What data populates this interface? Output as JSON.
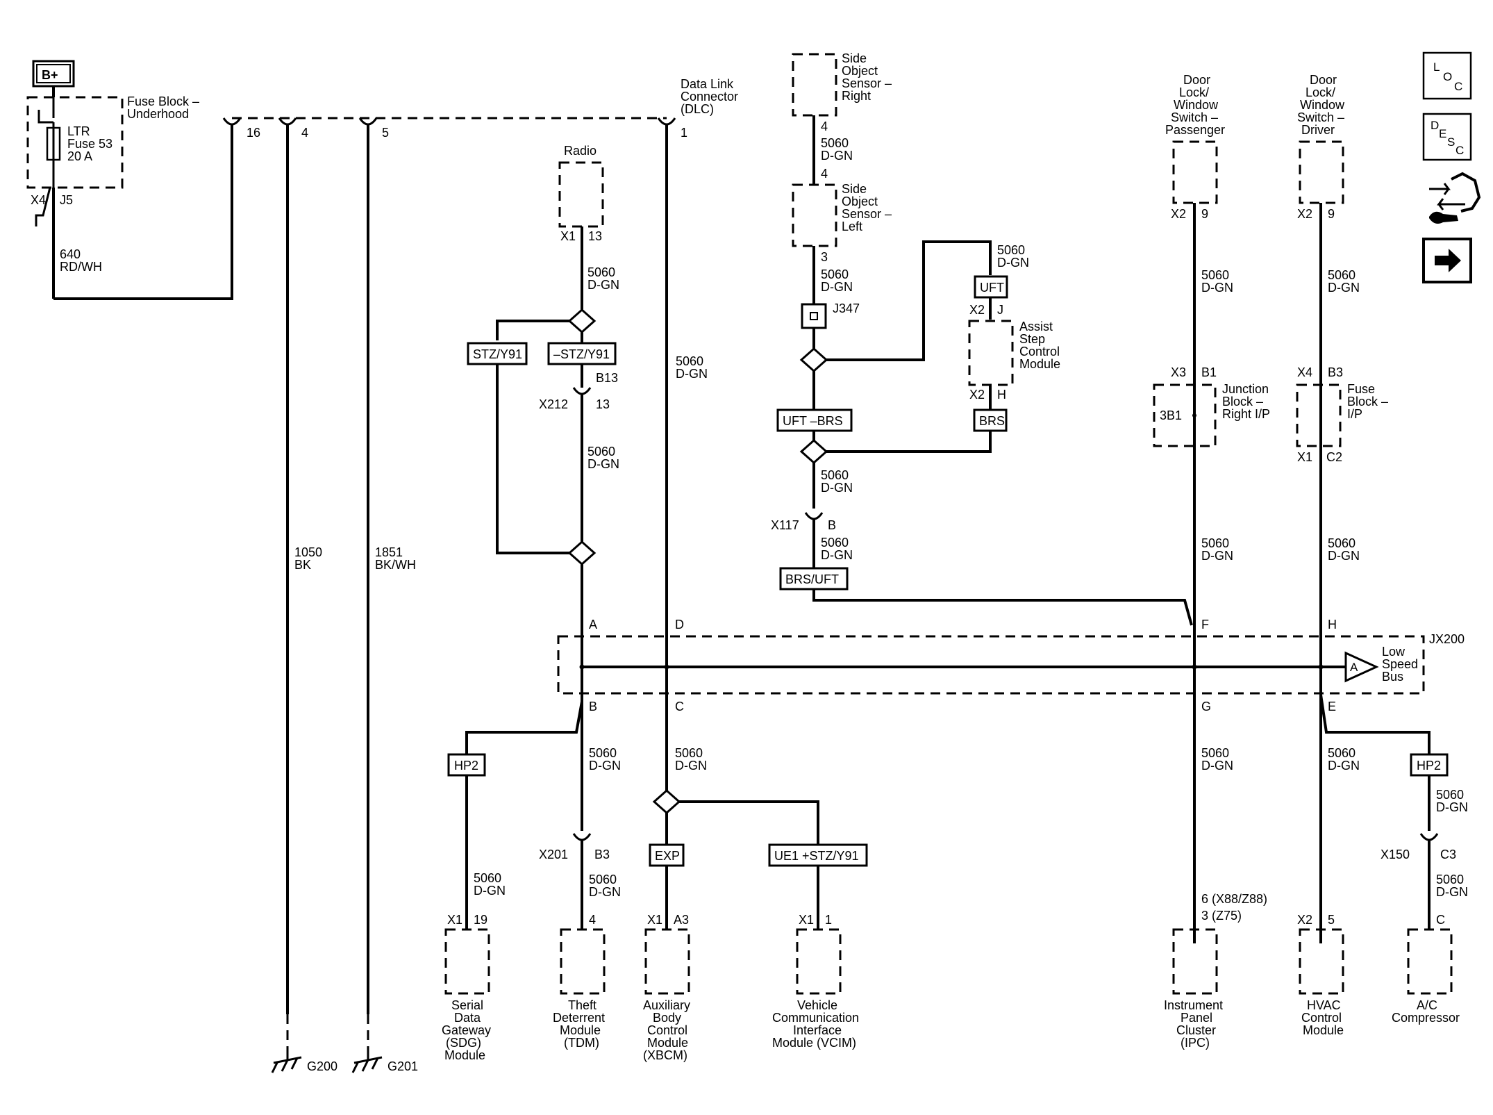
{
  "power": {
    "bplus": "B+"
  },
  "fuse_block_underhood": {
    "title": [
      "Fuse Block –",
      "Underhood"
    ],
    "fuse": [
      "LTR",
      "Fuse 53",
      "20 A"
    ],
    "connector_x4": "X4",
    "pin_j5": "J5",
    "wire": [
      "640",
      "RD/WH"
    ]
  },
  "dlc": {
    "title": [
      "Data Link",
      "Connector",
      "(DLC)"
    ],
    "pins": {
      "p16": "16",
      "p4": "4",
      "p5": "5",
      "p1": "1"
    }
  },
  "grounds": {
    "g200": {
      "wire": [
        "1050",
        "BK"
      ],
      "label": "G200"
    },
    "g201": {
      "wire": [
        "1851",
        "BK/WH"
      ],
      "label": "G201"
    }
  },
  "radio": {
    "title": "Radio",
    "connector": "X1",
    "pin": "13",
    "wire1": [
      "5060",
      "D-GN"
    ],
    "option_left": "STZ/Y91",
    "option_right": "–STZ/Y91",
    "conn_pin": "B13",
    "conn_name": "X212",
    "conn_pin2": "13",
    "wire2": [
      "5060",
      "D-GN"
    ]
  },
  "dlc_wire": [
    "5060",
    "D-GN"
  ],
  "side_sensor_right": {
    "title": [
      "Side",
      "Object",
      "Sensor –",
      "Right"
    ],
    "pin": "4",
    "wire": [
      "5060",
      "D-GN"
    ]
  },
  "side_sensor_left": {
    "title": [
      "Side",
      "Object",
      "Sensor –",
      "Left"
    ],
    "pin_top": "4",
    "pin_bottom": "3",
    "wire": [
      "5060",
      "D-GN"
    ]
  },
  "splice_j347": "J347",
  "assist_step": {
    "title": [
      "Assist",
      "Step",
      "Control",
      "Module"
    ],
    "wire": [
      "5060",
      "D-GN"
    ],
    "uft": "UFT",
    "x2_top": "X2",
    "pin_j": "J",
    "x2_bottom": "X2",
    "pin_h": "H",
    "brs": "BRS"
  },
  "sensor_chain": {
    "uft_brs": "UFT –BRS",
    "wire_a": [
      "5060",
      "D-GN"
    ],
    "x117": "X117",
    "pin_b": "B",
    "wire_b": [
      "5060",
      "D-GN"
    ],
    "brs_uft": "BRS/UFT"
  },
  "door_passenger": {
    "title": [
      "Door",
      "Lock/",
      "Window",
      "Switch –",
      "Passenger"
    ],
    "x2": "X2",
    "pin9": "9",
    "wire1": [
      "5060",
      "D-GN"
    ],
    "x3": "X3",
    "pin_b1": "B1",
    "junction_inner": "3B1",
    "junction_title": [
      "Junction",
      "Block –",
      "Right I/P"
    ],
    "wire2": [
      "5060",
      "D-GN"
    ]
  },
  "door_driver": {
    "title": [
      "Door",
      "Lock/",
      "Window",
      "Switch –",
      "Driver"
    ],
    "x2": "X2",
    "pin9": "9",
    "wire1": [
      "5060",
      "D-GN"
    ],
    "x4": "X4",
    "pin_b3": "B3",
    "fuse_title": [
      "Fuse",
      "Block –",
      "I/P"
    ],
    "x1": "X1",
    "pin_c2": "C2",
    "wire2": [
      "5060",
      "D-GN"
    ]
  },
  "jx200": {
    "name": "JX200",
    "pins_top": {
      "a": "A",
      "d": "D",
      "f": "F",
      "h": "H"
    },
    "pins_bottom": {
      "b": "B",
      "c": "C",
      "g": "G",
      "e": "E"
    },
    "bus_marker": "A",
    "bus_label": [
      "Low",
      "Speed",
      "Bus"
    ]
  },
  "sdg": {
    "hp2": "HP2",
    "wire": [
      "5060",
      "D-GN"
    ],
    "connector": "X1",
    "pin": "19",
    "title": [
      "Serial",
      "Data",
      "Gateway",
      "(SDG)",
      "Module"
    ]
  },
  "tdm": {
    "wire1": [
      "5060",
      "D-GN"
    ],
    "x201": "X201",
    "pin_b3": "B3",
    "wire2": [
      "5060",
      "D-GN"
    ],
    "pin": "4",
    "title": [
      "Theft",
      "Deterrent",
      "Module",
      "(TDM)"
    ]
  },
  "xbcm": {
    "wire": [
      "5060",
      "D-GN"
    ],
    "exp": "EXP",
    "connector": "X1",
    "pin": "A3",
    "title": [
      "Auxiliary",
      "Body",
      "Control",
      "Module",
      "(XBCM)"
    ]
  },
  "vcim": {
    "option": "UE1 +STZ/Y91",
    "connector": "X1",
    "pin": "1",
    "title": [
      "Vehicle",
      "Communication",
      "Interface",
      "Module (VCIM)"
    ]
  },
  "ipc": {
    "wire": [
      "5060",
      "D-GN"
    ],
    "pins": [
      "6 (X88/Z88)",
      "3 (Z75)"
    ],
    "title": [
      "Instrument",
      "Panel",
      "Cluster",
      "(IPC)"
    ]
  },
  "hvac": {
    "wire": [
      "5060",
      "D-GN"
    ],
    "connector": "X2",
    "pin": "5",
    "title": [
      "HVAC",
      "Control",
      "Module"
    ]
  },
  "ac": {
    "hp2": "HP2",
    "wire1": [
      "5060",
      "D-GN"
    ],
    "x150": "X150",
    "pin_c3": "C3",
    "wire2": [
      "5060",
      "D-GN"
    ],
    "pin_c": "C",
    "title": [
      "A/C",
      "Compressor"
    ]
  },
  "nav_icons": {
    "loc": [
      "L",
      "O",
      "C"
    ],
    "desc": [
      "D",
      "E",
      "S",
      "C"
    ],
    "icons": [
      "loc-icon",
      "desc-icon",
      "connector-repair-icon",
      "next-arrow-icon"
    ]
  }
}
